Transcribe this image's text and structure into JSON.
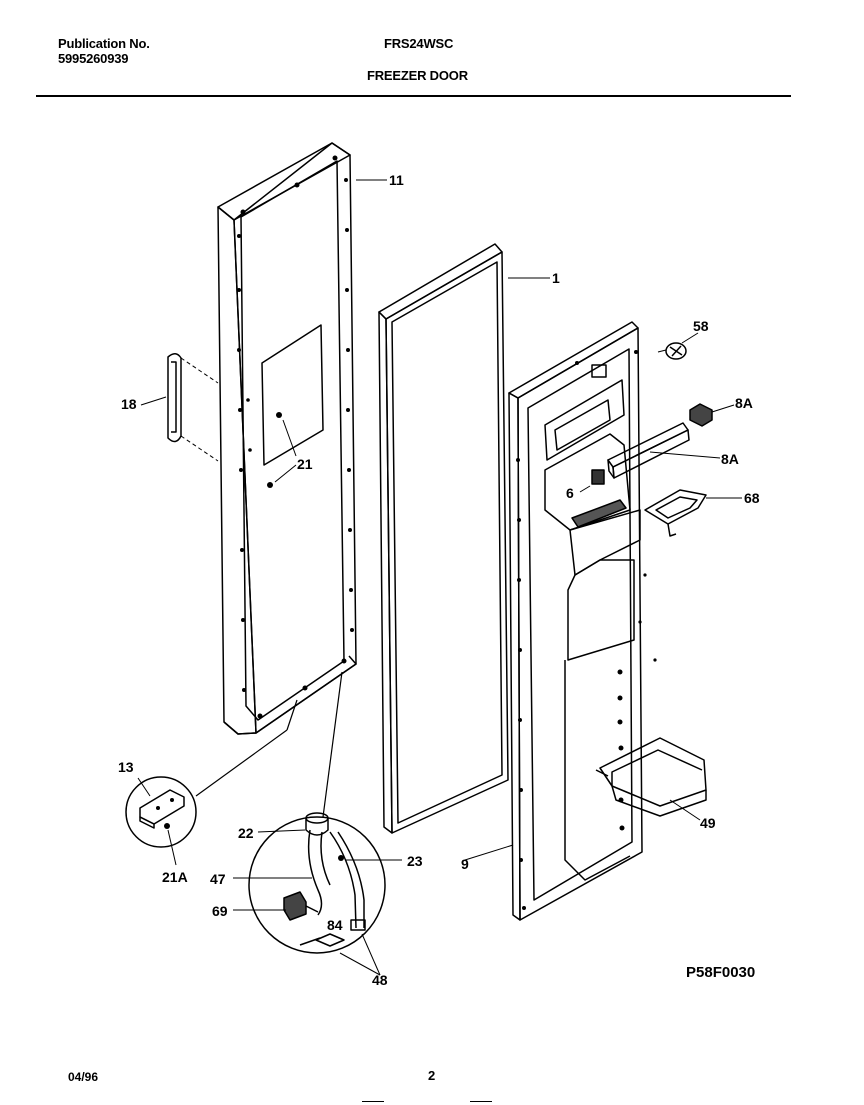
{
  "header": {
    "publication_label": "Publication No.",
    "publication_number": "5995260939",
    "model": "FRS24WSC",
    "section_title": "FREEZER DOOR"
  },
  "callouts": {
    "c11": "11",
    "c1": "1",
    "c58": "58",
    "c8a_top": "8A",
    "c8a": "8A",
    "c6": "6",
    "c68": "68",
    "c18": "18",
    "c21": "21",
    "c13": "13",
    "c21a": "21A",
    "c22": "22",
    "c23": "23",
    "c47": "47",
    "c69": "69",
    "c84": "84",
    "c48": "48",
    "c9": "9",
    "c49": "49"
  },
  "footer": {
    "drawing_code": "P58F0030",
    "date": "04/96",
    "page_number": "2"
  }
}
